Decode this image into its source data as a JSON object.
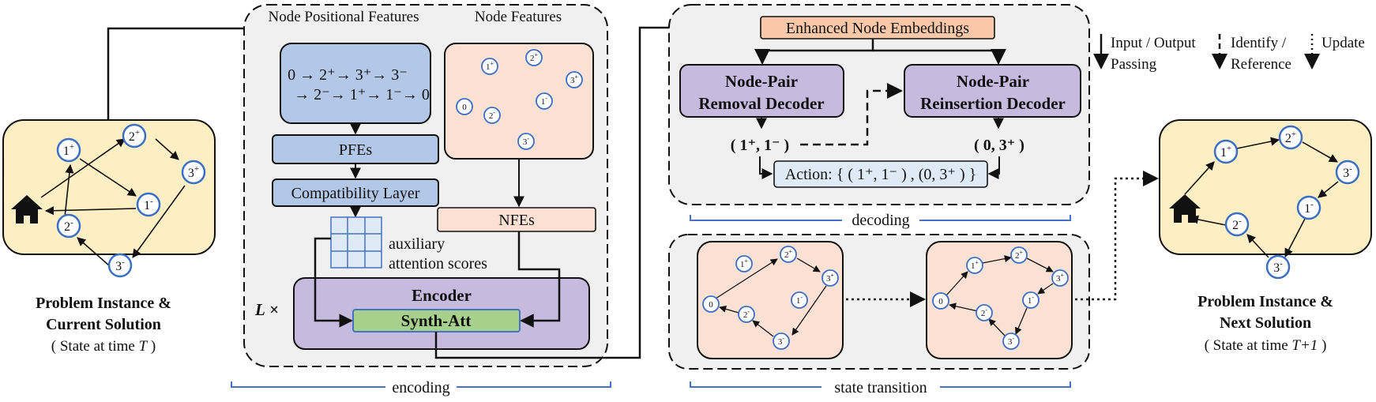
{
  "colors": {
    "panel_yellow": "#fdeec4",
    "panel_gray": "#f0f0f0",
    "box_blue": "#b3c7e6",
    "box_peach": "#fbe1d4",
    "box_purple": "#c7badf",
    "box_green": "#a8d08d",
    "box_orange": "#f8c8a8",
    "box_lightblue": "#deebf7",
    "node_stroke": "#3b6fc4",
    "bracket_blue": "#4472c4"
  },
  "left_panel": {
    "title_line1": "Problem Instance &",
    "title_line2": "Current Solution",
    "caption_pre": "( State at time ",
    "caption_var": "T",
    "caption_post": " )",
    "depot_icon": "house-icon",
    "nodes": [
      "1+",
      "2+",
      "3+",
      "1-",
      "2-",
      "3-"
    ]
  },
  "encoding": {
    "label_positional": "Node Positional Features",
    "label_features": "Node Features",
    "sequence_line1": "0 → 2⁺→ 3⁺→ 3⁻",
    "sequence_line2": "→ 2⁻→ 1⁺→ 1⁻→ 0",
    "feature_nodes": [
      "1+",
      "2+",
      "3+",
      "0",
      "2-",
      "1-",
      "3-"
    ],
    "pfes": "PFEs",
    "compat": "Compatibility Layer",
    "aux_line1": "auxiliary",
    "aux_line2": "attention scores",
    "nfes": "NFEs",
    "layer_mult": "L ×",
    "encoder": "Encoder",
    "synth": "Synth-Att",
    "bracket": "encoding"
  },
  "decoding": {
    "embeddings": "Enhanced Node Embeddings",
    "removal_line1": "Node-Pair",
    "removal_line2": "Removal Decoder",
    "reinsert_line1": "Node-Pair",
    "reinsert_line2": "Reinsertion Decoder",
    "pair_removed": "( 1⁺, 1⁻ )",
    "pair_reinserted": "( 0, 3⁺ )",
    "action": "Action: { ( 1⁺, 1⁻ ) , (0, 3⁺ ) }",
    "bracket": "decoding"
  },
  "transition": {
    "nodes": [
      "1+",
      "2+",
      "3+",
      "0",
      "2-",
      "1-",
      "3-"
    ],
    "bracket": "state transition"
  },
  "legend": {
    "solid_line1": "Input / Output",
    "solid_line2": "Passing",
    "dashed_line1": "Identify /",
    "dashed_line2": "Reference",
    "dotted": "Update"
  },
  "right_panel": {
    "title_line1": "Problem Instance &",
    "title_line2": "Next Solution",
    "caption_pre": "( State at time ",
    "caption_var": "T+1",
    "caption_post": " )",
    "depot_icon": "house-icon",
    "nodes": [
      "1+",
      "2+",
      "3-",
      "1-",
      "2-",
      "3-"
    ]
  }
}
